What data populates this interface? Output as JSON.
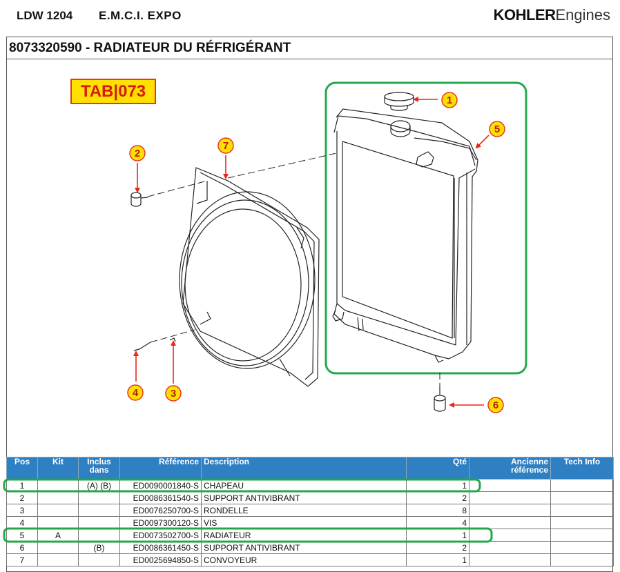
{
  "header": {
    "model": "LDW 1204",
    "series": "E.M.C.I.  EXPO",
    "brand_bold": "KOHLER",
    "brand_light": "Engines"
  },
  "title": "8073320590 - RADIATEUR DU RÉFRIGÉRANT",
  "tab_label": "TAB|073",
  "callouts": [
    "1",
    "2",
    "3",
    "4",
    "5",
    "6",
    "7"
  ],
  "colors": {
    "table_header": "#2f7fc3",
    "highlight": "#22a84a",
    "callout_fill": "#ffe000",
    "callout_border": "#e8351f",
    "arrow": "#e8271a"
  },
  "table": {
    "headers": {
      "pos": "Pos",
      "kit": "Kit",
      "inclus": "Inclus dans",
      "reference": "Référence",
      "description": "Description",
      "qte": "Qté",
      "ancienne": "Ancienne référence",
      "tech": "Tech Info"
    },
    "rows": [
      {
        "pos": "1",
        "kit": "",
        "inclus": "(A) (B)",
        "reference": "ED0090001840-S",
        "description": "CHAPEAU",
        "qte": "1",
        "ancienne": "",
        "tech": ""
      },
      {
        "pos": "2",
        "kit": "",
        "inclus": "",
        "reference": "ED0086361540-S",
        "description": "SUPPORT ANTIVIBRANT",
        "qte": "2",
        "ancienne": "",
        "tech": ""
      },
      {
        "pos": "3",
        "kit": "",
        "inclus": "",
        "reference": "ED0076250700-S",
        "description": "RONDELLE",
        "qte": "8",
        "ancienne": "",
        "tech": ""
      },
      {
        "pos": "4",
        "kit": "",
        "inclus": "",
        "reference": "ED0097300120-S",
        "description": "VIS",
        "qte": "4",
        "ancienne": "",
        "tech": ""
      },
      {
        "pos": "5",
        "kit": "A",
        "inclus": "",
        "reference": "ED0073502700-S",
        "description": "RADIATEUR",
        "qte": "1",
        "ancienne": "",
        "tech": ""
      },
      {
        "pos": "6",
        "kit": "",
        "inclus": "(B)",
        "reference": "ED0086361450-S",
        "description": "SUPPORT ANTIVIBRANT",
        "qte": "2",
        "ancienne": "",
        "tech": ""
      },
      {
        "pos": "7",
        "kit": "",
        "inclus": "",
        "reference": "ED0025694850-S",
        "description": "CONVOYEUR",
        "qte": "1",
        "ancienne": "",
        "tech": ""
      }
    ]
  }
}
